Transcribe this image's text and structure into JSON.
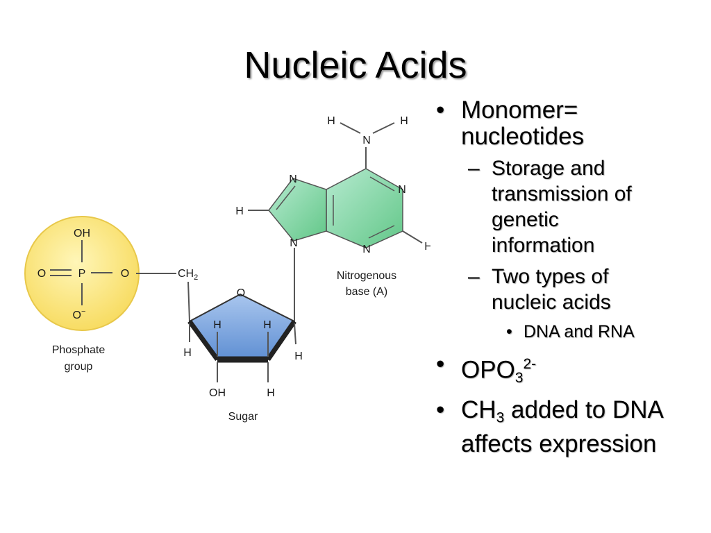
{
  "title": "Nucleic Acids",
  "diagram": {
    "phosphate": {
      "oh": "OH",
      "o_left": "O",
      "p": "P",
      "o_right": "O",
      "o_bottom": "O",
      "charge": "−",
      "label_line1": "Phosphate",
      "label_line2": "group"
    },
    "ch2": {
      "main": "CH",
      "sub": "2"
    },
    "sugar": {
      "ring_o": "O",
      "h_top_left": "H",
      "h_top_right": "H",
      "h_left": "H",
      "h_right": "H",
      "oh_bottom": "OH",
      "h_bottom": "H",
      "label": "Sugar"
    },
    "base": {
      "h1": "H",
      "h2": "H",
      "n_amino": "N",
      "n_top_left": "N",
      "n_right": "N",
      "h_left": "H",
      "n_bottom_left": "N",
      "n_bottom": "N",
      "h_right": "H",
      "label_line1": "Nitrogenous",
      "label_line2": "base (A)"
    },
    "colors": {
      "phosphate_fill": "#fbe57e",
      "phosphate_stroke": "#e8c84a",
      "sugar_fill": "#6f9bd8",
      "base_fill": "#7fd19a",
      "bond": "#555555"
    }
  },
  "bullets": {
    "monomer_line1": "Monomer=",
    "monomer_line2": "nucleotides",
    "storage_line1": "Storage and",
    "storage_line2": "transmission of",
    "storage_line3": "genetic",
    "storage_line4": "information",
    "types_line1": "Two types of",
    "types_line2": "nucleic acids",
    "dna_rna": "DNA and RNA",
    "opo_main": "OPO",
    "opo_sub": "3",
    "opo_sup": "2-",
    "ch3_main": "CH",
    "ch3_sub": "3",
    "ch3_rest": " added to DNA",
    "ch3_line2": "affects expression",
    "bullet_char": "•",
    "dash_char": "–"
  }
}
